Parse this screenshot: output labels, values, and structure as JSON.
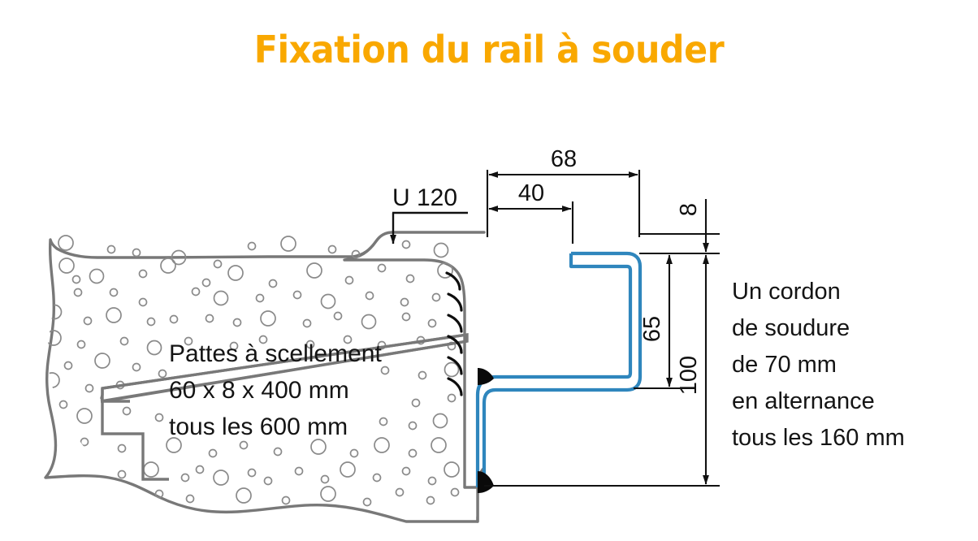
{
  "title": "Fixation du rail à souder",
  "colors": {
    "title": "#f9a800",
    "rail": "#2f86bd",
    "concrete_outline": "#787878",
    "weld_bead": "#0a0a0a",
    "dimension": "#111111"
  },
  "labels": {
    "section_profile": "U 120"
  },
  "dimensions": {
    "width_total": "68",
    "width_inner": "40",
    "thickness": "8",
    "height_inner": "65",
    "height_total": "100"
  },
  "annotations": {
    "anchor": {
      "line1": "Pattes à scellement",
      "line2": "60 x 8 x 400 mm",
      "line3": "tous les 600 mm"
    },
    "weld": {
      "line1": "Un cordon",
      "line2": "de soudure",
      "line3": "de 70 mm",
      "line4": "en alternance",
      "line5": "tous les 160 mm"
    }
  },
  "icons": {
    "arrow_down": "arrow-down-icon",
    "dimension_arrow": "dimension-arrow-icon"
  }
}
